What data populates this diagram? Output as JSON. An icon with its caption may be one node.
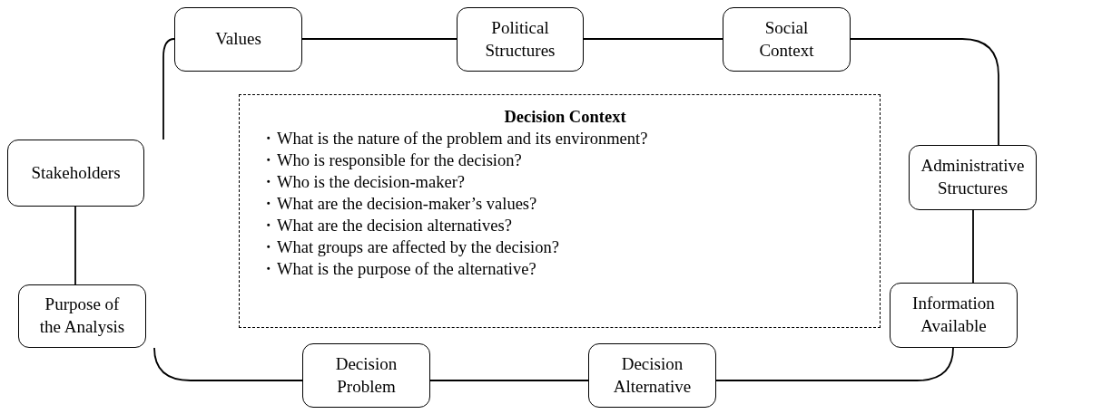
{
  "diagram": {
    "nodes": [
      {
        "text": [
          "Values"
        ]
      },
      {
        "text": [
          "Political Structures"
        ]
      },
      {
        "text": [
          "Social Context"
        ]
      },
      {
        "text": [
          "Decision Context",
          "・What is the nature of the problem and its environment?",
          "・Who is responsible for the decision?",
          "・Who is the decision-maker?",
          "・What are the decision-maker’s values?",
          "・What are the decision alternatives?",
          "・What groups are affected by the decision?",
          "・What is the purpose of the alternative?"
        ]
      },
      {
        "text": [
          "Stakeholders"
        ]
      },
      {
        "text": [
          "Administrative Structures"
        ]
      },
      {
        "text": [
          "Purpose of the Analysis"
        ]
      },
      {
        "text": [
          "Information Available"
        ]
      },
      {
        "text": [
          "Decision Problem"
        ]
      },
      {
        "text": [
          "Decision Alternative"
        ]
      }
    ],
    "edges": [
      {
        "from": 0,
        "to": 1,
        "arrow": "none"
      },
      {
        "from": 1,
        "to": 2,
        "arrow": "none"
      },
      {
        "from": 2,
        "to": 5,
        "arrow": "none"
      },
      {
        "from": 5,
        "to": 7,
        "arrow": "none"
      },
      {
        "from": 7,
        "to": 9,
        "arrow": "none"
      },
      {
        "from": 9,
        "to": 8,
        "arrow": "none"
      },
      {
        "from": 8,
        "to": 6,
        "arrow": "none"
      },
      {
        "from": 6,
        "to": 4,
        "arrow": "none"
      },
      {
        "from": 4,
        "to": 0,
        "arrow": "none"
      }
    ]
  }
}
